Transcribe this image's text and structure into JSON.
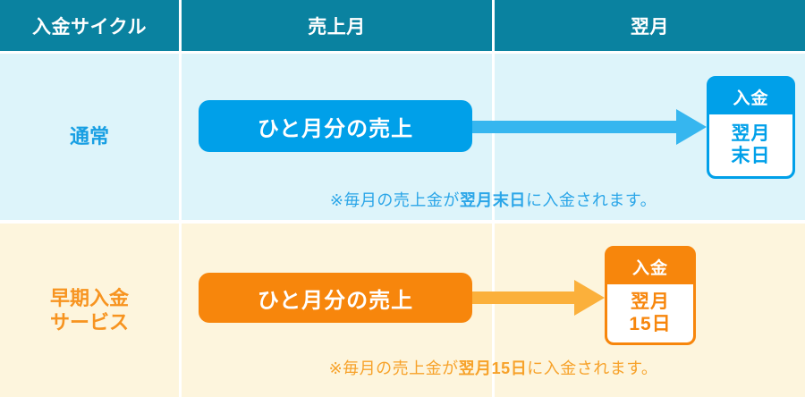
{
  "table": {
    "header": {
      "columns": [
        {
          "label": "入金サイクル"
        },
        {
          "label": "売上月"
        },
        {
          "label": "翌月"
        }
      ]
    },
    "rows": [
      {
        "id": "normal",
        "label": "通常",
        "label_lines": [
          "通常"
        ],
        "accent_color": "#00a0e9",
        "background": "#ddf4fa",
        "bar": {
          "label": "ひと月分の売上",
          "color": "#00a0e9"
        },
        "arrow": {
          "color": "#36b6ef",
          "direction": "right"
        },
        "payout": {
          "caption": "入金",
          "timing_line1": "翌月",
          "timing_line2": "末日",
          "color": "#00a0e9"
        },
        "note": {
          "prefix": "※毎月の売上金が",
          "emphasis": "翌月末日",
          "suffix": "に入金されます。",
          "color": "#2ba6e8"
        }
      },
      {
        "id": "early",
        "label": "早期入金サービス",
        "label_lines": [
          "早期入金",
          "サービス"
        ],
        "accent_color": "#f7860c",
        "background": "#fdf5dd",
        "bar": {
          "label": "ひと月分の売上",
          "color": "#f7860c"
        },
        "arrow": {
          "color": "#fbb03b",
          "direction": "right"
        },
        "payout": {
          "caption": "入金",
          "timing_line1": "翌月",
          "timing_line2": "15日",
          "color": "#f7860c"
        },
        "note": {
          "prefix": "※毎月の売上金が",
          "emphasis": "翌月15日",
          "suffix": "に入金されます。",
          "color": "#f7a22a"
        }
      }
    ],
    "colors": {
      "header_background": "#0a82a0",
      "header_text": "#ffffff",
      "divider": "#ffffff",
      "page_background": "#ffffff"
    }
  }
}
